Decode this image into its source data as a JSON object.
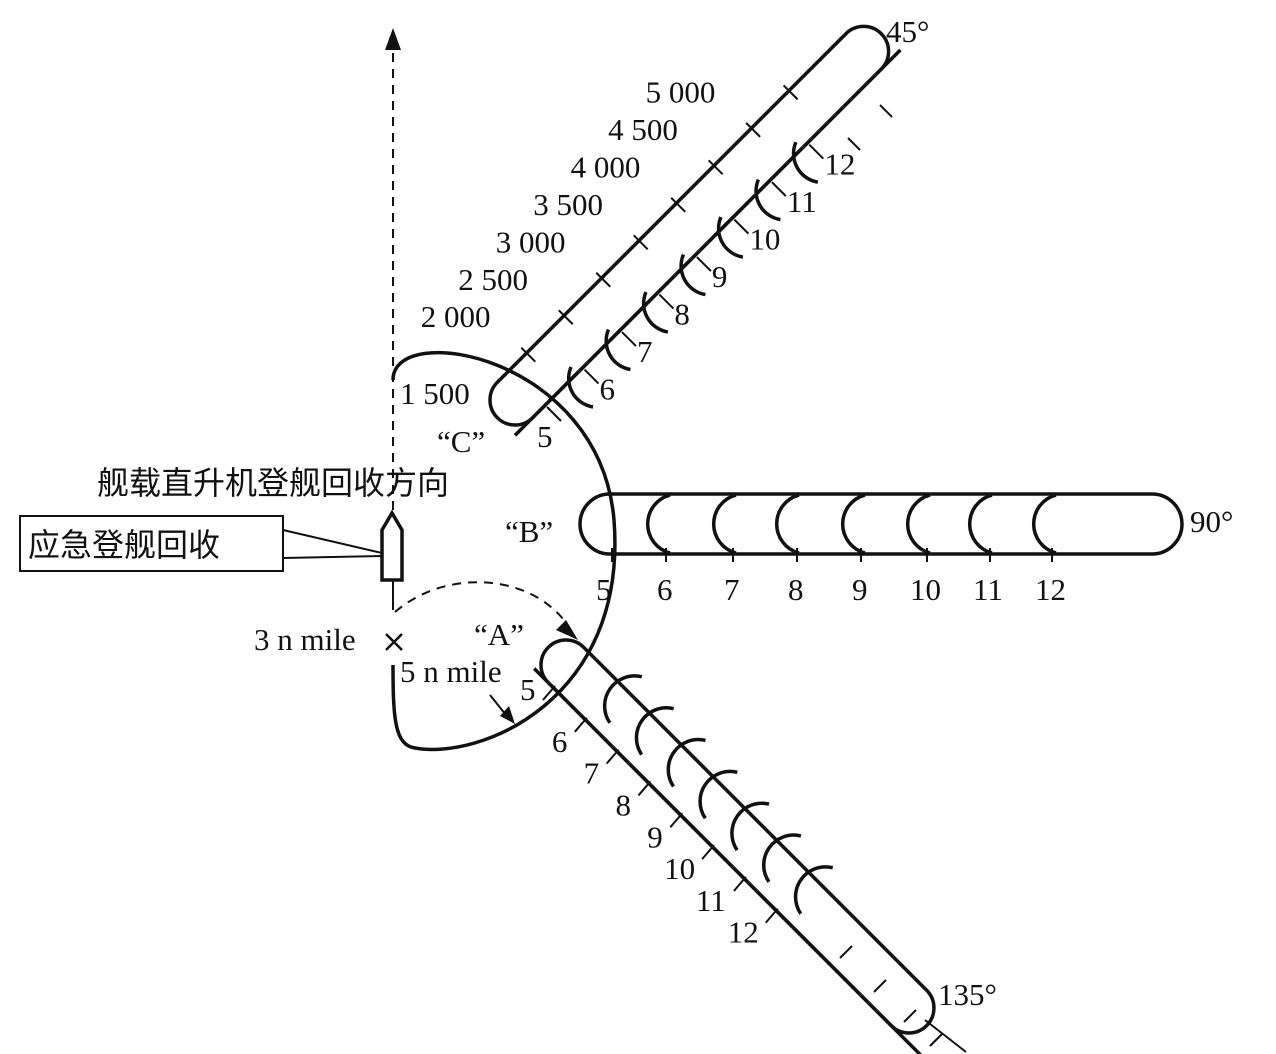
{
  "labels": {
    "direction": "舰载直升机登舰回收方向",
    "emergency": "应急登舰回收",
    "mile3": "3 n mile",
    "mile5": "5 n mile",
    "markerA": "“A”",
    "markerB": "“B”",
    "markerC": "“C”"
  },
  "corridors": {
    "c45": {
      "angle": "45°",
      "distances": [
        "5",
        "6",
        "7",
        "8",
        "9",
        "10",
        "11",
        "12"
      ],
      "altitudes": [
        "1 500",
        "2 000",
        "2 500",
        "3 000",
        "3 500",
        "4 000",
        "4 500",
        "5 000"
      ]
    },
    "c90": {
      "angle": "90°",
      "distances": [
        "5",
        "6",
        "7",
        "8",
        "9",
        "10",
        "11",
        "12"
      ]
    },
    "c135": {
      "angle": "135°",
      "distances": [
        "5",
        "6",
        "7",
        "8",
        "9",
        "10",
        "11",
        "12"
      ]
    }
  }
}
